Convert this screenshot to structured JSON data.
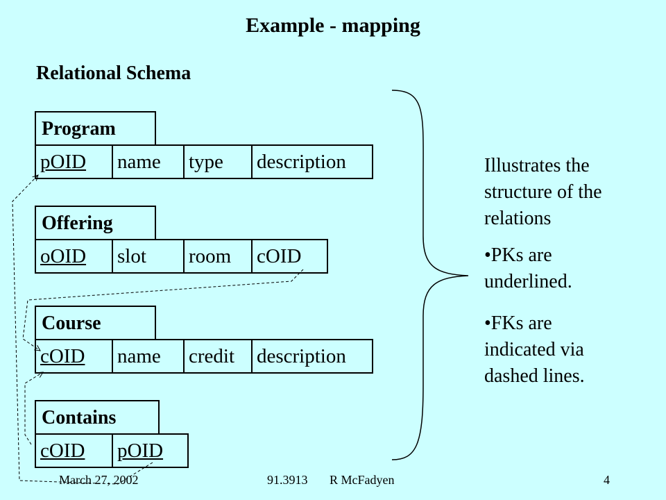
{
  "title": "Example - mapping",
  "subtitle": "Relational Schema",
  "tables": [
    {
      "name": "Program",
      "columns": [
        {
          "label": "pOID",
          "pk": true
        },
        {
          "label": "name",
          "pk": false
        },
        {
          "label": "type",
          "pk": false
        },
        {
          "label": "description",
          "pk": false
        }
      ]
    },
    {
      "name": "Offering",
      "columns": [
        {
          "label": "oOID",
          "pk": true
        },
        {
          "label": "slot",
          "pk": false
        },
        {
          "label": "room",
          "pk": false
        },
        {
          "label": "cOID",
          "pk": false
        }
      ]
    },
    {
      "name": "Course",
      "columns": [
        {
          "label": "cOID",
          "pk": true
        },
        {
          "label": "name",
          "pk": false
        },
        {
          "label": "credit",
          "pk": false
        },
        {
          "label": "description",
          "pk": false
        }
      ]
    },
    {
      "name": "Contains",
      "columns": [
        {
          "label": "cOID",
          "pk": true
        },
        {
          "label": "pOID",
          "pk": true
        }
      ]
    }
  ],
  "notes": {
    "intro": [
      "Illustrates the",
      "structure of the",
      "relations"
    ],
    "bullet1": [
      "•PKs are",
      "underlined."
    ],
    "bullet2": [
      "•FKs are",
      "indicated via",
      "dashed lines."
    ]
  },
  "footer": {
    "date": "March 27, 2002",
    "course": "91.3913",
    "author": "R McFadyen",
    "page": "4"
  }
}
